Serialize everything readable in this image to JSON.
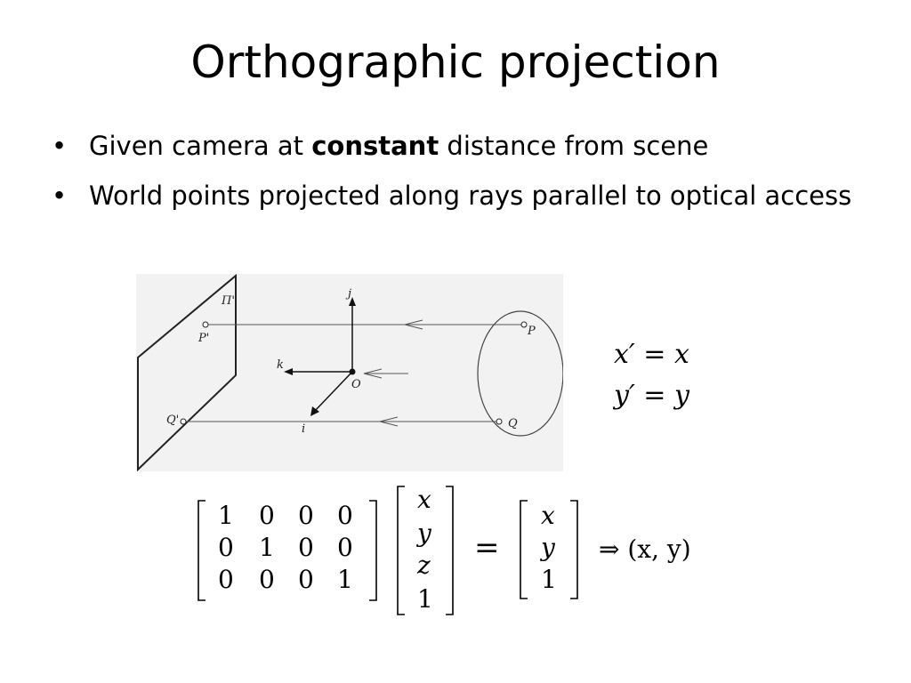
{
  "slide": {
    "title": "Orthographic projection",
    "bullets": [
      {
        "pre": "Given camera at ",
        "bold": "constant",
        "post": " distance from scene"
      },
      {
        "pre": "World points projected along rays parallel to optical access",
        "bold": "",
        "post": ""
      }
    ]
  },
  "figure": {
    "labels": {
      "pi": "Π'",
      "p_prime": "P'",
      "q_prime": "Q'",
      "j": "j",
      "k": "k",
      "i": "i",
      "o": "O",
      "p": "P",
      "q": "Q"
    }
  },
  "equations": {
    "eq1": "x′ = x",
    "eq2": "y′ = y"
  },
  "matrix": {
    "rows": [
      [
        "1",
        "0",
        "0",
        "0"
      ],
      [
        "0",
        "1",
        "0",
        "0"
      ],
      [
        "0",
        "0",
        "0",
        "1"
      ]
    ],
    "vector": [
      "x",
      "y",
      "z",
      "1"
    ],
    "equals": "=",
    "result": [
      "x",
      "y",
      "1"
    ],
    "implies": "⇒ (x, y)"
  }
}
